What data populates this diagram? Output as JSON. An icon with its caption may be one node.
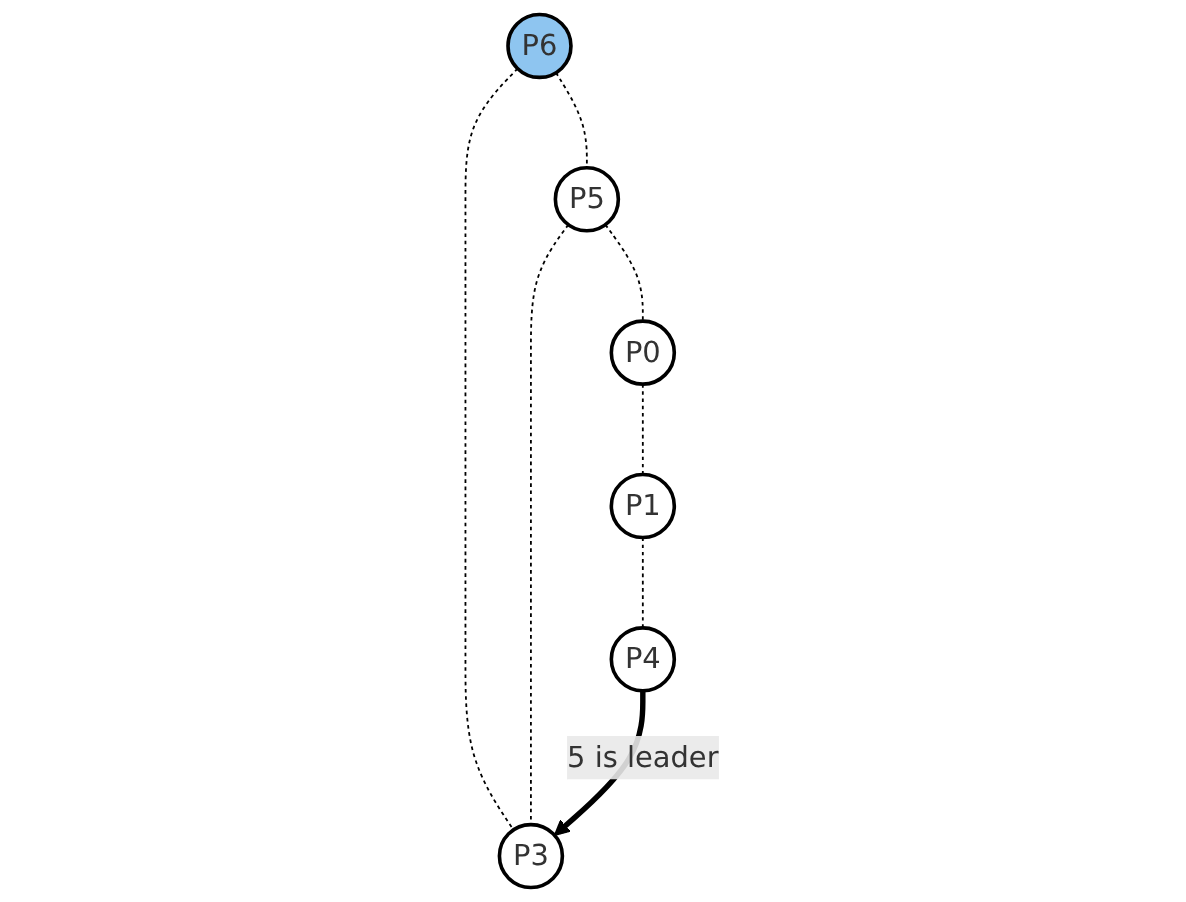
{
  "diagram": {
    "nodes": [
      {
        "text": [
          "P6"
        ]
      },
      {
        "text": [
          "P0"
        ]
      },
      {
        "text": [
          "P5"
        ]
      },
      {
        "text": [
          "P3"
        ]
      },
      {
        "text": [
          "P1"
        ]
      },
      {
        "text": [
          "P4"
        ]
      }
    ],
    "edges": [
      {
        "from": 0,
        "to": 2,
        "arrow": "none",
        "style": "dashed"
      },
      {
        "from": 2,
        "to": 1,
        "arrow": "none",
        "style": "dashed"
      },
      {
        "from": 0,
        "to": 3,
        "arrow": "none",
        "style": "dashed"
      },
      {
        "from": 2,
        "to": 3,
        "arrow": "none",
        "style": "dashed"
      },
      {
        "from": 1,
        "to": 4,
        "arrow": "none",
        "style": "dashed"
      },
      {
        "from": 4,
        "to": 5,
        "arrow": "none",
        "style": "dashed"
      },
      {
        "from": 5,
        "to": 3,
        "arrow": "to",
        "style": "thick",
        "label": "5 is leader"
      }
    ]
  }
}
